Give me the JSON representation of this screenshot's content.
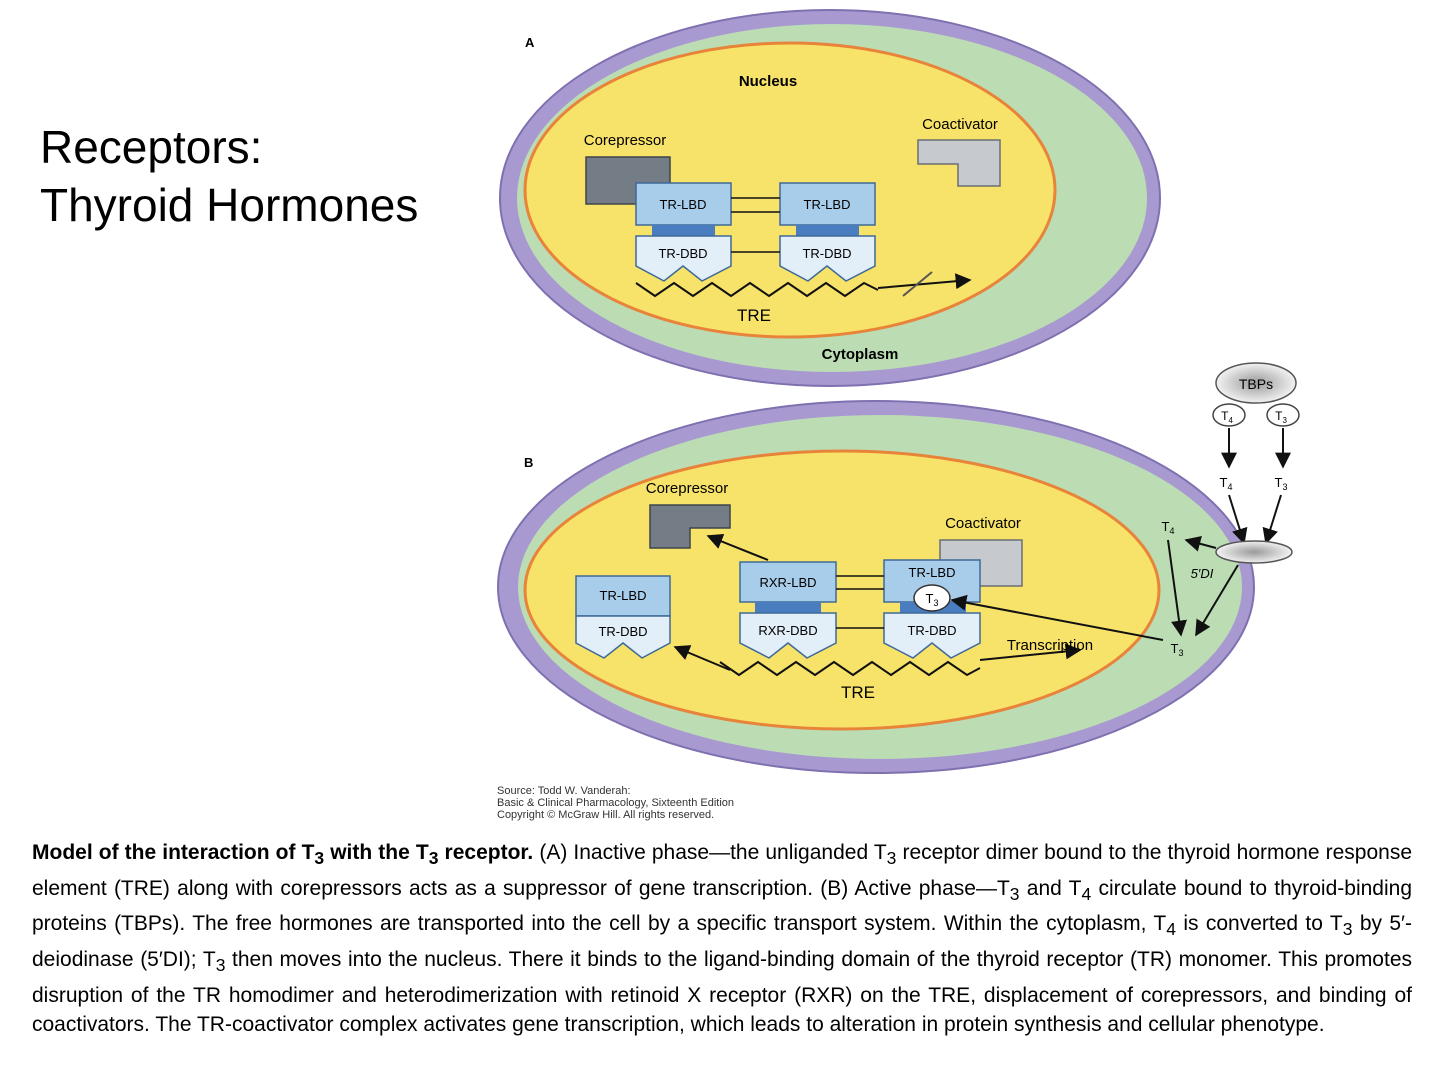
{
  "title": {
    "line1": "Receptors:",
    "line2": "Thyroid Hormones"
  },
  "panel_a": {
    "letter": "A",
    "nucleus": "Nucleus",
    "cytoplasm": "Cytoplasm",
    "corepressor": "Corepressor",
    "coactivator": "Coactivator",
    "tr_lbd_left": "TR-LBD",
    "tr_lbd_right": "TR-LBD",
    "tr_dbd_left": "TR-DBD",
    "tr_dbd_right": "TR-DBD",
    "tre": "TRE"
  },
  "panel_b": {
    "letter": "B",
    "corepressor": "Corepressor",
    "coactivator": "Coactivator",
    "tr_lbd_free": "TR-LBD",
    "tr_dbd_free": "TR-DBD",
    "rxr_lbd": "RXR-LBD",
    "rxr_dbd": "RXR-DBD",
    "tr_lbd_bound": "TR-LBD",
    "tr_dbd_bound": "TR-DBD",
    "t3_ligand": "T",
    "t3_ligand_sub": "3",
    "transcription": "Transcription",
    "tre": "TRE",
    "tbps": "TBPs",
    "t4_bound": "T",
    "t4_bound_sub": "4",
    "t3_bound": "T",
    "t3_bound_sub": "3",
    "t4_free": "T",
    "t4_free_sub": "4",
    "t3_free": "T",
    "t3_free_sub": "3",
    "t4_inside": "T",
    "t4_inside_sub": "4",
    "deiodinase": "5′DI",
    "t3_inside": "T",
    "t3_inside_sub": "3"
  },
  "source": {
    "line1": "Source: Todd W. Vanderah:",
    "line2": "Basic & Clinical Pharmacology, Sixteenth Edition",
    "line3": "Copyright © McGraw Hill. All rights reserved."
  },
  "caption": {
    "bold_1": "Model of the interaction of T",
    "bold_sub_1": "3",
    "bold_2": " with the T",
    "bold_sub_2": "3",
    "bold_3": " receptor.",
    "t01": " (A) Inactive phase—the unliganded T",
    "s01": "3",
    "t02": " receptor dimer bound to the thyroid hormone response element (TRE) along with corepressors acts as a suppressor of gene transcription. (B) Active phase—T",
    "s02": "3",
    "t03": " and T",
    "s03": "4",
    "t04": " circulate bound to thyroid-binding proteins (TBPs). The free hormones are transported into the cell by a specific transport system. Within the cytoplasm, T",
    "s04": "4",
    "t05": " is converted to T",
    "s05": "3",
    "t06": " by 5′-deiodinase (5′DI); T",
    "s06": "3",
    "t07": " then moves into the nucleus. There it binds to the ligand-binding domain of the thyroid receptor (TR) monomer. This promotes disruption of the TR homodimer and heterodimerization with retinoid X receptor (RXR) on the TRE, displacement of corepressors, and binding of coactivators. The TR-coactivator complex activates gene transcription, which leads to alteration in protein synthesis and cellular phenotype."
  },
  "colors": {
    "membrane": "#a89ad0",
    "cytoplasm": "#bcdcb4",
    "nucleus": "#f8e36a",
    "nuclear_envelope": "#e8843a",
    "lbd": "#a8cdea",
    "dbd": "#e2eef8",
    "connector": "#4a7cc0",
    "corepressor": "#747c86",
    "coactivator": "#c6cace"
  }
}
